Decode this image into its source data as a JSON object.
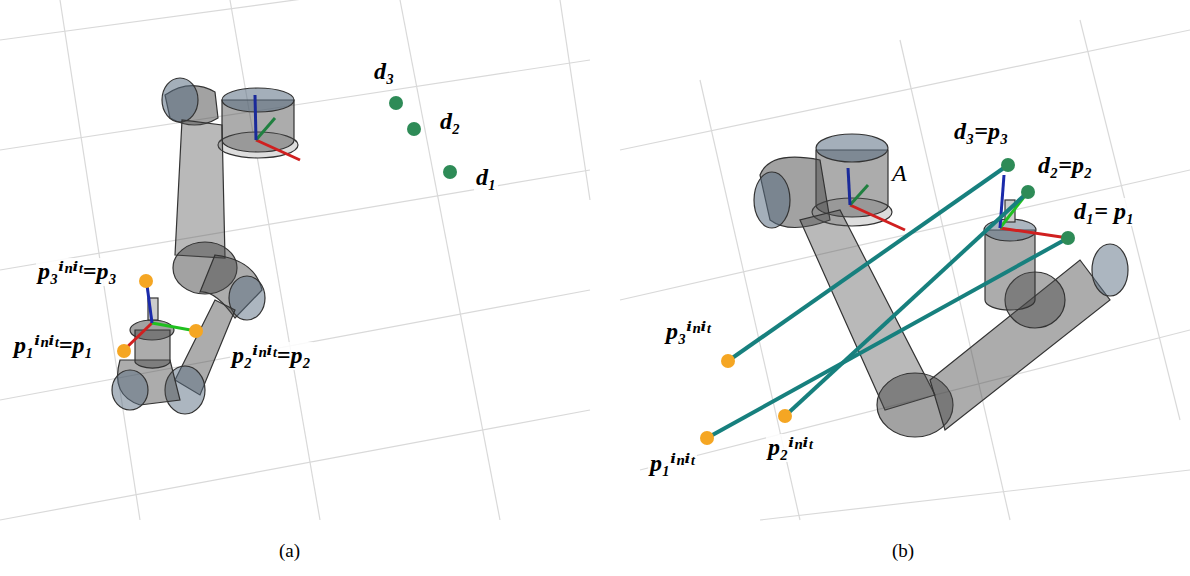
{
  "diagram": {
    "labels": [
      "d₃",
      "d₂",
      "d₁",
      "p₃ⁱⁿⁱᵗ=p₃",
      "p₁ⁱⁿⁱᵗ=p₁",
      "p₂ⁱⁿⁱᵗ=p₂",
      "(a)",
      "A",
      "d₃=p₃",
      "d₂=p₂",
      "d₁= p₁",
      "p₃ⁱⁿⁱᵗ",
      "p₁ⁱⁿⁱᵗ",
      "p₂ⁱⁿⁱᵗ",
      "(b)"
    ]
  }
}
